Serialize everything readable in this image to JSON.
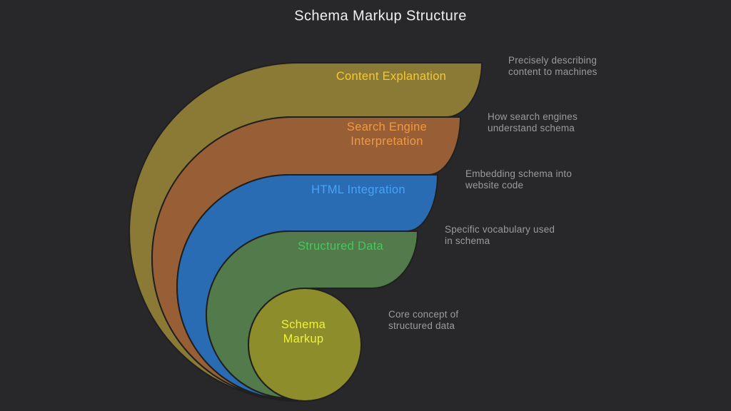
{
  "title": "Schema Markup Structure",
  "colors": {
    "background": "#28282b",
    "outline": "#202020",
    "title_text": "#f0f0f0",
    "annotation_text": "#9b9b9b"
  },
  "layers": [
    {
      "id": "content-explanation",
      "label_lines": [
        "Content Explanation"
      ],
      "fill": "#8b7a36",
      "label_color": "#f7c82e",
      "annotation_lines": [
        "Precisely describing",
        "content to machines"
      ]
    },
    {
      "id": "search-engine-interpretation",
      "label_lines": [
        "Search Engine",
        "Interpretation"
      ],
      "fill": "#985f36",
      "label_color": "#f09a43",
      "annotation_lines": [
        "How search engines",
        "understand schema"
      ]
    },
    {
      "id": "html-integration",
      "label_lines": [
        "HTML Integration"
      ],
      "fill": "#2a6cb3",
      "label_color": "#4aa2f5",
      "annotation_lines": [
        "Embedding schema into",
        "website code"
      ]
    },
    {
      "id": "structured-data",
      "label_lines": [
        "Structured Data"
      ],
      "fill": "#527a4b",
      "label_color": "#44c95c",
      "annotation_lines": [
        "Specific vocabulary used",
        "in schema"
      ]
    },
    {
      "id": "schema-markup",
      "label_lines": [
        "Schema",
        "Markup"
      ],
      "fill": "#8d8d2b",
      "label_color": "#eef239",
      "annotation_lines": [
        "Core concept of",
        "structured data"
      ]
    }
  ]
}
